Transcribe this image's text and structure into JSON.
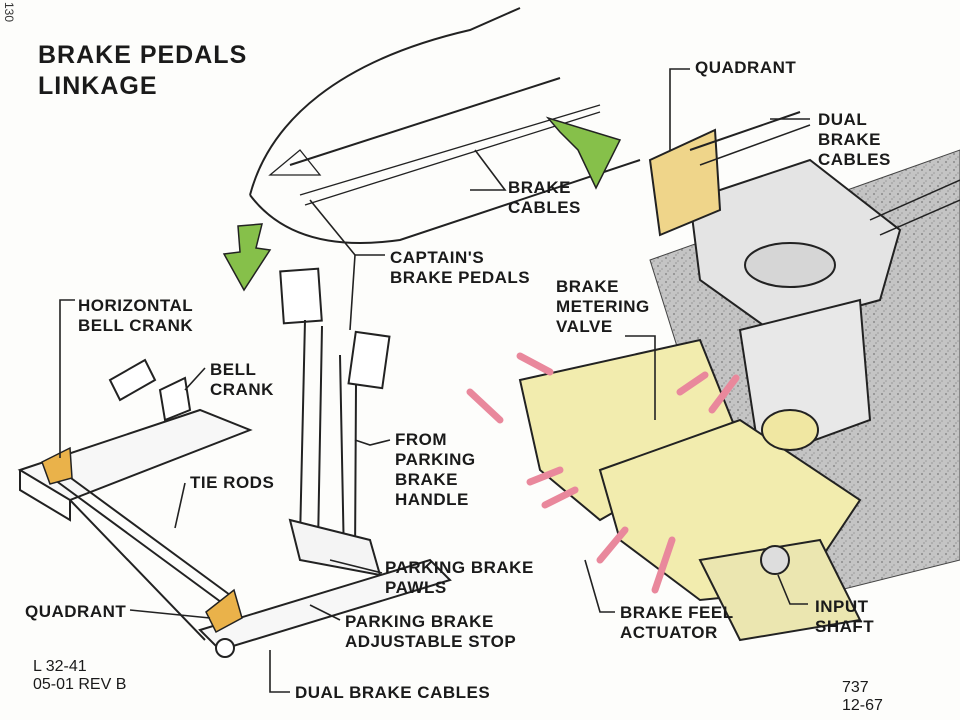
{
  "title": "BRAKE PEDALS\nLINKAGE",
  "page_marker": "130",
  "labels": {
    "brake_cables": "BRAKE\nCABLES",
    "captains_brake_pedals": "CAPTAIN'S\nBRAKE PEDALS",
    "horizontal_bell_crank": "HORIZONTAL\nBELL CRANK",
    "bell_crank": "BELL\nCRANK",
    "tie_rods": "TIE RODS",
    "from_parking_brake_handle": "FROM\nPARKING\nBRAKE\nHANDLE",
    "parking_brake_pawls": "PARKING BRAKE\nPAWLS",
    "quadrant_left": "QUADRANT",
    "parking_brake_adjustable_stop": "PARKING BRAKE\nADJUSTABLE  STOP",
    "dual_brake_cables_bottom": "DUAL BRAKE CABLES",
    "quadrant_right": "QUADRANT",
    "dual_brake_cables_right": "DUAL\nBRAKE\nCABLES",
    "brake_metering_valve": "BRAKE\nMETERING\nVALVE",
    "brake_feel_actuator": "BRAKE FEEL\nACTUATOR",
    "input_shaft": "INPUT\nSHAFT"
  },
  "reference": {
    "doc_code": "L 32-41\n05-01  REV B",
    "model_date": "737\n12-67"
  },
  "colors": {
    "ink": "#1a1a1a",
    "arrow_green": "#86c04a",
    "quadrant_orange": "#eab24a",
    "valve_yellow": "#f2ecae",
    "hose_pink": "#e9889c",
    "housing_gray": "#b9b9b9"
  }
}
